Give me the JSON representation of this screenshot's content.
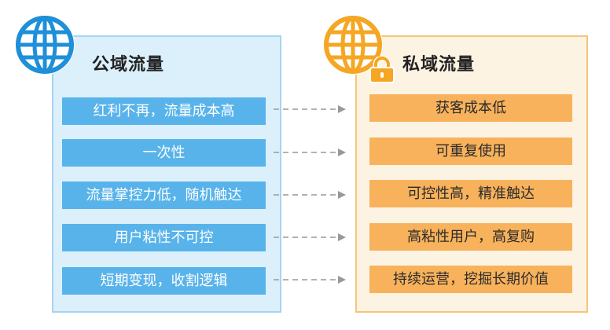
{
  "public": {
    "title": "公域流量",
    "icon": "globe-icon",
    "color": "#58b3ea",
    "items": [
      "红利不再，流量成本高",
      "一次性",
      "流量掌控力低，随机触达",
      "用户粘性不可控",
      "短期变现，收割逻辑"
    ]
  },
  "private": {
    "title": "私域流量",
    "icon": "globe-lock-icon",
    "color": "#f8b25c",
    "items": [
      "获客成本低",
      "可重复使用",
      "可控性高，精准触达",
      "高粘性用户，高复购",
      "持续运营，挖掘长期价值"
    ]
  }
}
